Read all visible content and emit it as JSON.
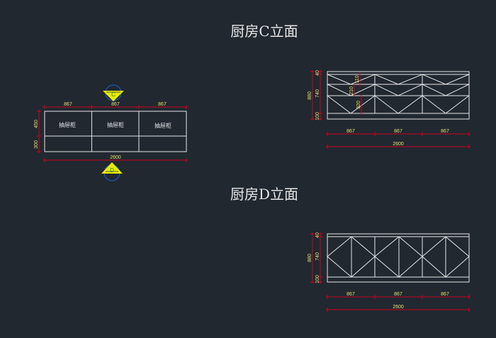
{
  "titles": {
    "c": "厨房C立面",
    "d": "厨房D立面"
  },
  "plan": {
    "cabinet_label": "抽屉柜",
    "cabinets": [
      "抽屉柜",
      "抽屉柜",
      "抽屉柜"
    ],
    "top_dims": [
      "867",
      "867",
      "867"
    ],
    "left_dims": [
      "450",
      "300"
    ],
    "total": "2600",
    "markers": [
      "C",
      "D"
    ]
  },
  "elev_c": {
    "heights": {
      "total": "880",
      "top": "40",
      "mid": "740",
      "base": "100"
    },
    "inner": [
      "110",
      "210",
      "320"
    ],
    "widths": [
      "867",
      "867",
      "867"
    ],
    "total": "2600"
  },
  "elev_d": {
    "heights": {
      "total": "880",
      "top": "40",
      "mid": "740",
      "base": "100"
    },
    "widths": [
      "867",
      "867",
      "867"
    ],
    "total": "2600"
  },
  "colors": {
    "background": "#212830",
    "line": "#e6e6e6",
    "dimension": "#d0021b",
    "dim_text": "#e8e070",
    "marker": "#ffff00",
    "marker_circle": "#2060d0"
  }
}
